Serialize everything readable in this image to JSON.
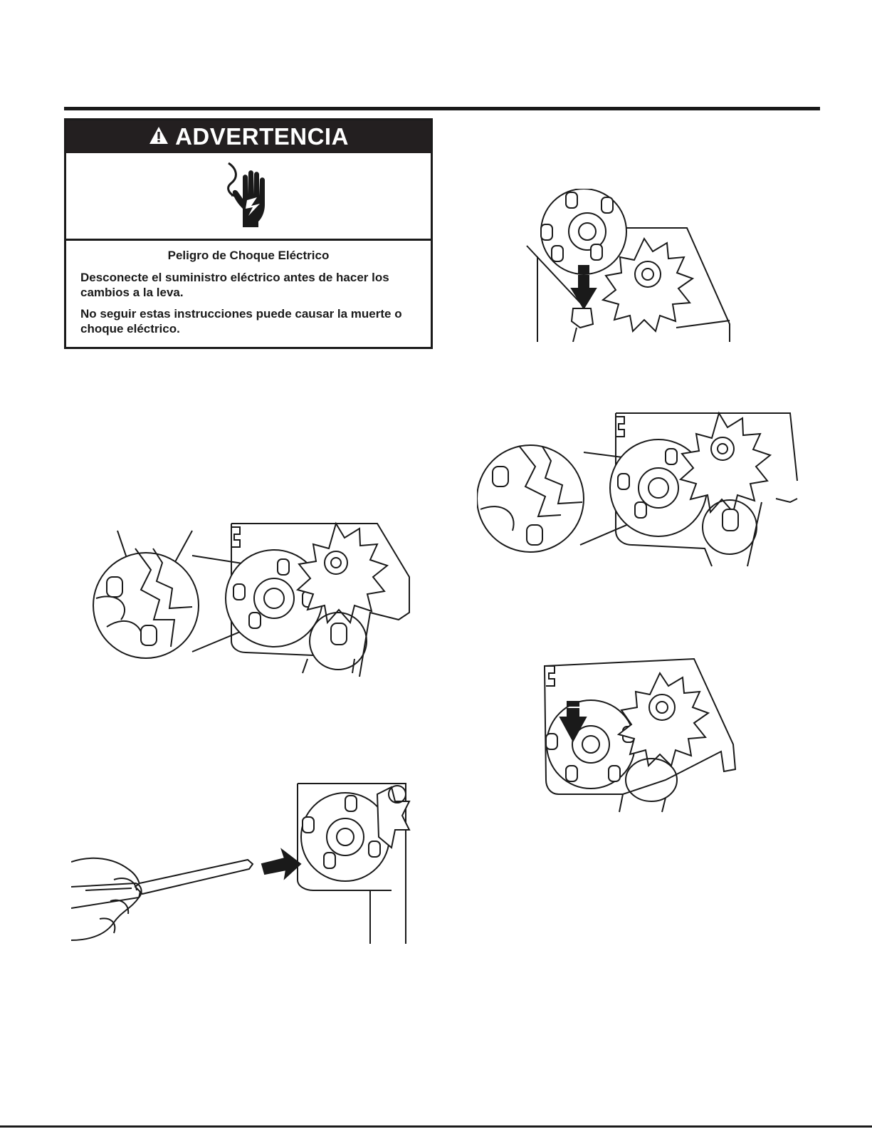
{
  "warning": {
    "heading": "ADVERTENCIA",
    "hazard_title": "Peligro de Choque Eléctrico",
    "instruction": "Desconecte el suministro eléctrico antes de hacer los cambios a la leva.",
    "consequence": "No seguir estas instrucciones puede causar la muerte o choque eléctrico.",
    "header_color": "#231f20",
    "icons": [
      "warning-triangle-icon",
      "electric-shock-hand-icon"
    ]
  },
  "figures": [
    {
      "id": "cam-magnified-teeth",
      "description_icon": "cam-gear-zoom-illustration"
    },
    {
      "id": "screwdriver-push-cam",
      "description_icon": "screwdriver-illustration"
    },
    {
      "id": "cam-remove-arrow",
      "description_icon": "cam-removal-illustration"
    },
    {
      "id": "cam-aligned-zoom",
      "description_icon": "cam-gear-zoom-illustration"
    },
    {
      "id": "cam-install-arrow",
      "description_icon": "cam-install-illustration"
    }
  ]
}
